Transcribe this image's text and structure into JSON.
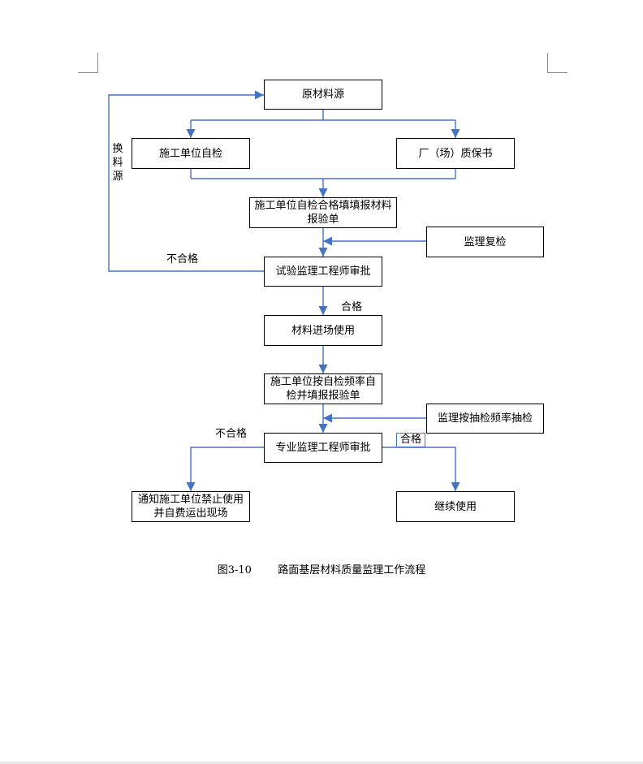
{
  "nodes": {
    "raw_source": "原材料源",
    "self_check": "施工单位自检",
    "factory_cert": "厂（场）质保书",
    "report_form": "施工单位自检合格填填报材料报验单",
    "supervisor_recheck": "监理复检",
    "test_engineer_approval": "试验监理工程师审批",
    "material_entry": "材料进场使用",
    "freq_self_check": "施工单位按自检频率自检并填报报验单",
    "spot_check": "监理按抽检频率抽检",
    "pro_engineer_approval": "专业监理工程师审批",
    "notify_forbid": "通知施工单位禁止使用并自费运出现场",
    "continue_use": "继续使用"
  },
  "labels": {
    "change_source": [
      "换",
      "料",
      "源"
    ],
    "fail_1": "不合格",
    "pass_1": "合格",
    "fail_2": "不合格",
    "pass_2": "合格"
  },
  "caption": {
    "number": "图3-10",
    "title": "路面基层材料质量监理工作流程"
  },
  "colors": {
    "connector": "#4472c4",
    "box_border": "#000000"
  }
}
